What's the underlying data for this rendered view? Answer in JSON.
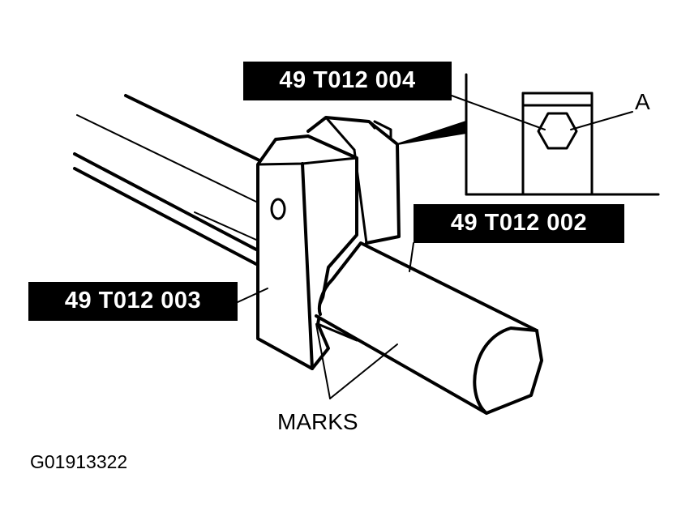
{
  "labels": {
    "tool_004": "49 T012 004",
    "tool_002": "49 T012 002",
    "tool_003": "49 T012 003",
    "detail_a": "A",
    "marks": "MARKS",
    "figure_code": "G01913322"
  }
}
